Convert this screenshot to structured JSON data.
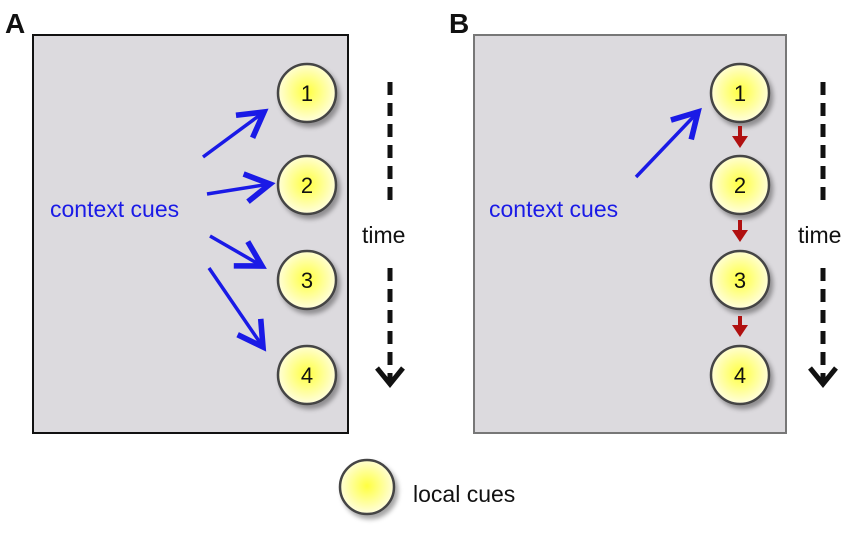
{
  "panel_a": {
    "letter": "A",
    "context_label": "context cues",
    "time_label": "time",
    "nodes": [
      "1",
      "2",
      "3",
      "4"
    ]
  },
  "panel_b": {
    "letter": "B",
    "context_label": "context cues",
    "time_label": "time",
    "nodes": [
      "1",
      "2",
      "3",
      "4"
    ]
  },
  "legend": {
    "label": "local cues"
  },
  "colors": {
    "context_arrow": "#1a1ae6",
    "chain_arrow": "#b01010",
    "panel_fill": "#dcdade",
    "node_center": "#ffff66",
    "node_edge": "#fffde0"
  }
}
